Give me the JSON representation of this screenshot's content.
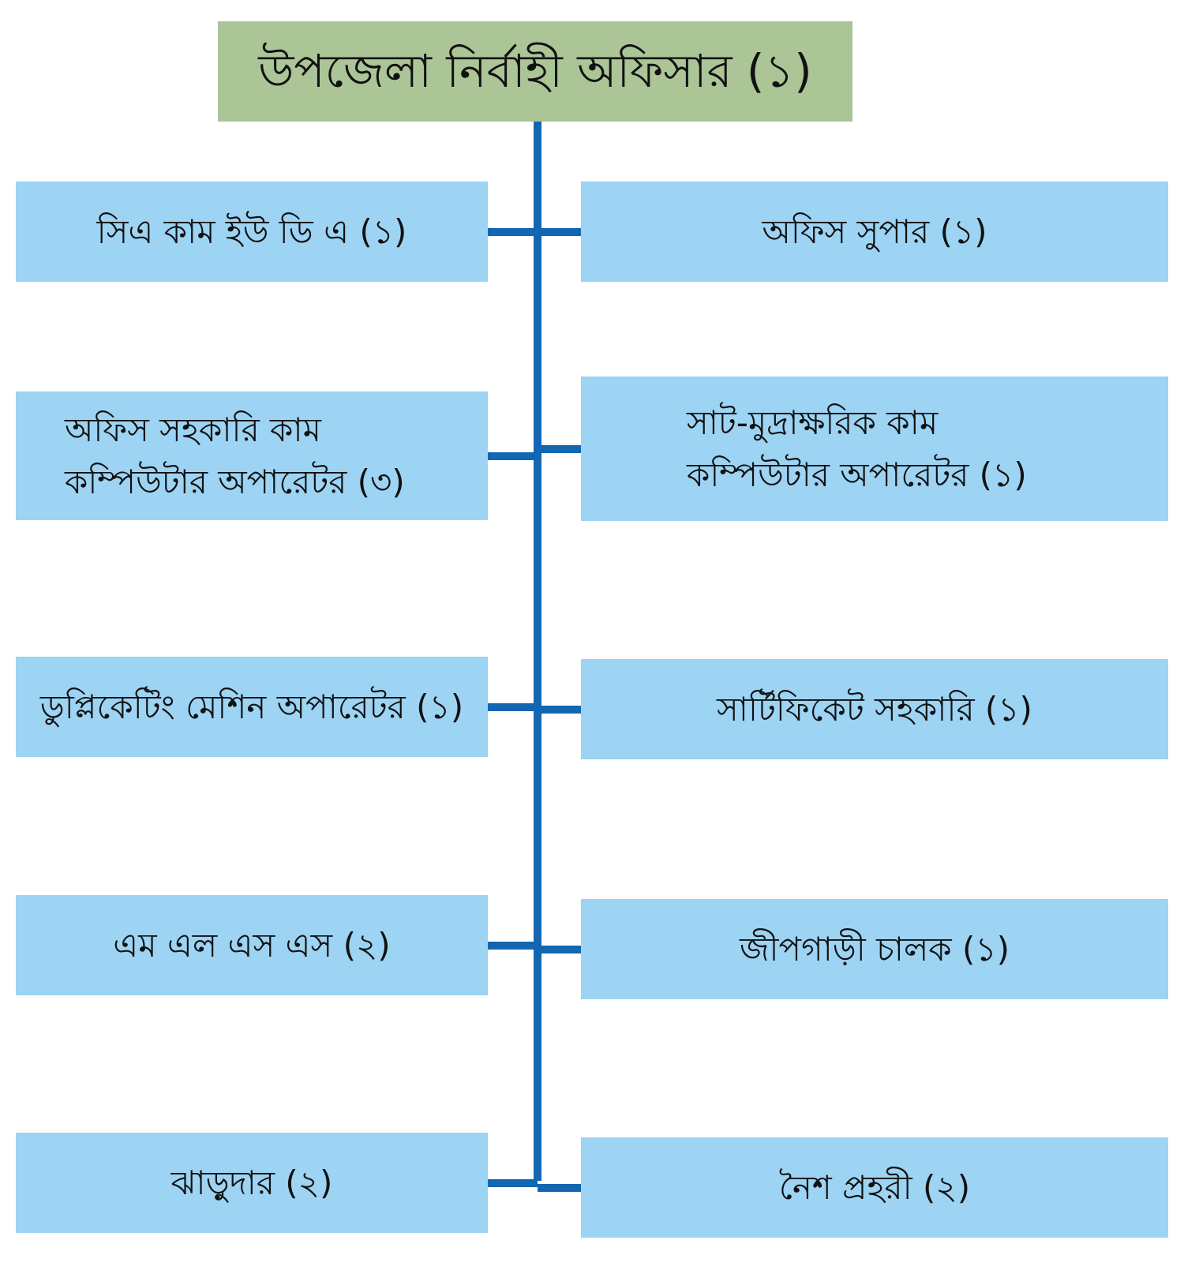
{
  "colors": {
    "top_box_fill": "#abc596",
    "node_fill": "#9dd3f3",
    "connector": "#1366b1"
  },
  "top": {
    "label": "উপজেলা নির্বাহী অফিসার (১)"
  },
  "left_nodes": [
    {
      "lines": [
        "সিএ কাম ইউ ডি এ (১)"
      ]
    },
    {
      "lines": [
        "অফিস সহকারি কাম",
        "কম্পিউটার অপারেটর (৩)"
      ]
    },
    {
      "lines": [
        "ডুপ্লিকেটিং মেশিন অপারেটর (১)"
      ]
    },
    {
      "lines": [
        "এম এল এস এস (২)"
      ]
    },
    {
      "lines": [
        "ঝাড়ুদার (২)"
      ]
    }
  ],
  "right_nodes": [
    {
      "lines": [
        "অফিস সুপার (১)"
      ]
    },
    {
      "lines": [
        "সাট-মুদ্রাক্ষরিক কাম",
        "কম্পিউটার অপারেটর (১)"
      ]
    },
    {
      "lines": [
        "সার্টিফিকেট সহকারি (১)"
      ]
    },
    {
      "lines": [
        "জীপগাড়ী চালক (১)"
      ]
    },
    {
      "lines": [
        "নৈশ প্রহরী (২)"
      ]
    }
  ]
}
